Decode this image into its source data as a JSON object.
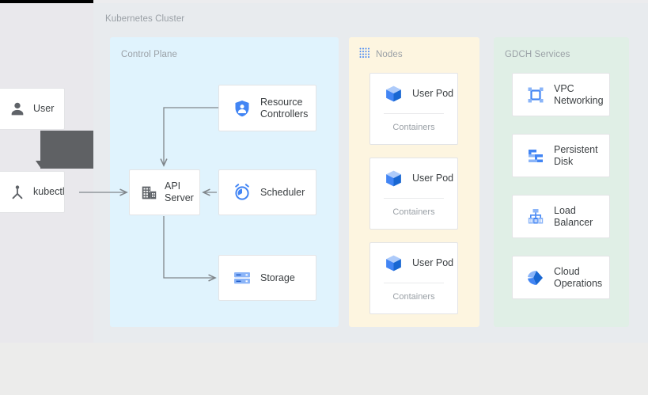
{
  "diagram": {
    "title": "Kubernetes Cluster",
    "colors": {
      "control_plane_bg": "#e0f3fd",
      "nodes_bg": "#fdf5e0",
      "gdch_bg": "#e0efe6",
      "canvas_bg": "#e8ebee",
      "accent_blue": "#4285f4",
      "icon_gray": "#5f6368",
      "connector": "#80868b",
      "tooltip_bg": "#5f6164"
    }
  },
  "actors": [
    {
      "id": "user",
      "label": "User",
      "icon": "user-icon"
    },
    {
      "id": "kubectl",
      "label": "kubectl",
      "icon": "kubectl-icon"
    }
  ],
  "panels": {
    "control_plane": {
      "label": "Control Plane",
      "nodes": [
        {
          "id": "resource-controllers",
          "label": "Resource\nControllers",
          "icon": "shield-person-icon"
        },
        {
          "id": "api-server",
          "label": "API\nServer",
          "icon": "building-icon"
        },
        {
          "id": "scheduler",
          "label": "Scheduler",
          "icon": "alarm-clock-icon"
        },
        {
          "id": "storage",
          "label": "Storage",
          "icon": "storage-disks-icon"
        }
      ]
    },
    "nodes": {
      "label": "Nodes",
      "icon": "dot-grid-icon",
      "pods": [
        {
          "id": "user-pod-1",
          "label": "User Pod",
          "sublabel": "Containers",
          "icon": "cube-icon"
        },
        {
          "id": "user-pod-2",
          "label": "User Pod",
          "sublabel": "Containers",
          "icon": "cube-icon"
        },
        {
          "id": "user-pod-3",
          "label": "User Pod",
          "sublabel": "Containers",
          "icon": "cube-icon"
        }
      ]
    },
    "gdch_services": {
      "label": "GDCH Services",
      "services": [
        {
          "id": "vpc-networking",
          "label": "VPC\nNetworking",
          "icon": "vpc-network-icon"
        },
        {
          "id": "persistent-disk",
          "label": "Persistent\nDisk",
          "icon": "persistent-disk-icon"
        },
        {
          "id": "load-balancer",
          "label": "Load\nBalancer",
          "icon": "load-balancer-icon"
        },
        {
          "id": "cloud-operations",
          "label": "Cloud\nOperations",
          "icon": "cloud-operations-icon"
        }
      ]
    }
  },
  "connectors": [
    {
      "from": "kubectl",
      "to": "api-server"
    },
    {
      "from": "resource-controllers",
      "to": "api-server"
    },
    {
      "from": "scheduler",
      "to": "api-server"
    },
    {
      "from": "api-server",
      "to": "storage"
    }
  ]
}
